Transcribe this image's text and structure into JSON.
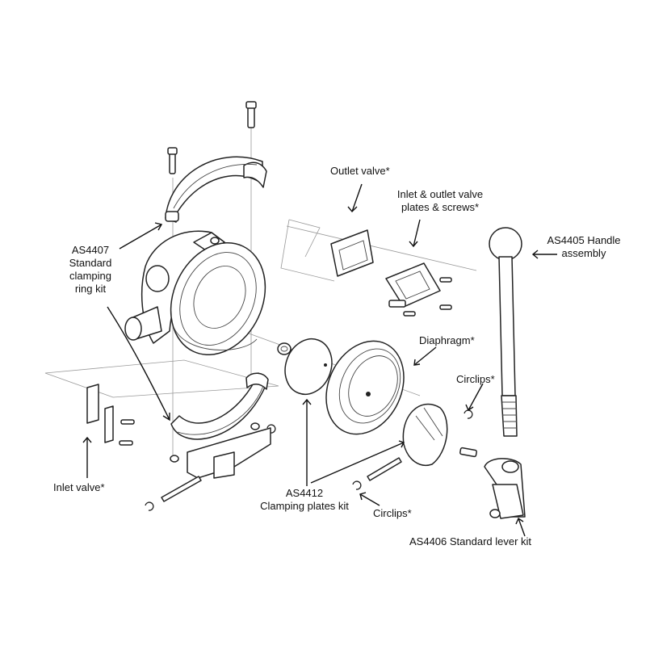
{
  "labels": {
    "outlet_valve": "Outlet valve*",
    "inlet_outlet_plates": "Inlet & outlet valve\nplates & screws*",
    "handle_assembly": "AS4405 Handle\nassembly",
    "clamping_ring_kit": "AS4407\nStandard\nclamping\nring kit",
    "diaphragm": "Diaphragm*",
    "circlips_upper": "Circlips*",
    "inlet_valve": "Inlet valve*",
    "clamping_plates_kit": "AS4412\nClamping plates kit",
    "circlips_lower": "Circlips*",
    "lever_kit": "AS4406 Standard lever kit"
  }
}
